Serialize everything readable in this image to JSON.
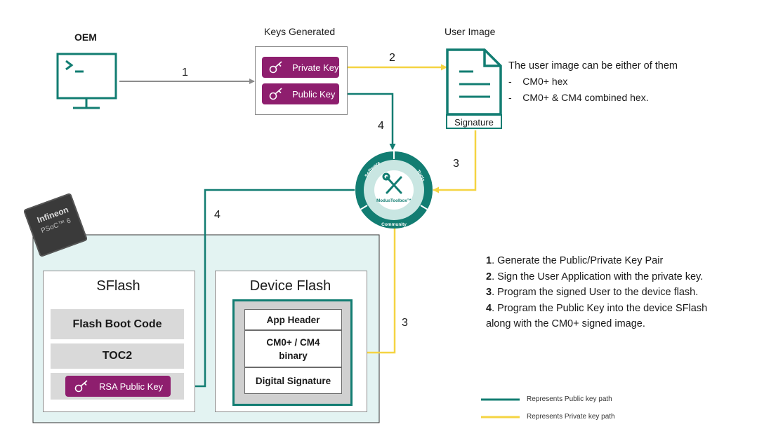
{
  "oem": {
    "label": "OEM"
  },
  "keys": {
    "title": "Keys Generated",
    "private_label": "Private Key",
    "public_label": "Public Key"
  },
  "user_image": {
    "title": "User Image",
    "signature_label": "Signature",
    "note": "The user image can be either of them",
    "options": [
      "CM0+ hex",
      "CM0+ & CM4 combined hex."
    ]
  },
  "arrows": {
    "oem_to_keys": "1",
    "private_to_image": "2",
    "image_to_tool": "3",
    "public_to_tool": "4",
    "tool_to_sflash": "4",
    "tool_to_device": "3"
  },
  "modus": {
    "center_label": "ModusToolbox™",
    "ring_software": "Software",
    "ring_tools": "Tools",
    "ring_community": "Community"
  },
  "chip": {
    "brand": "Infineon",
    "model": "PSoC™ 6"
  },
  "sflash": {
    "title": "SFlash",
    "boot_code": "Flash Boot Code",
    "toc2": "TOC2",
    "rsa_key": "RSA Public Key"
  },
  "device_flash": {
    "title": "Device Flash",
    "app_header": "App Header",
    "binary_line1": "CM0+ / CM4",
    "binary_line2": "binary",
    "signature": "Digital Signature"
  },
  "steps": [
    {
      "num": "1",
      "text": ". Generate the Public/Private Key Pair"
    },
    {
      "num": "2",
      "text": ". Sign the User Application with the private key."
    },
    {
      "num": "3",
      "text": ". Program the signed User to the device flash."
    },
    {
      "num": "4",
      "text": ". Program the Public Key into the device SFlash"
    },
    {
      "num": "",
      "text": "along with the CM0+ signed image."
    }
  ],
  "legend": {
    "public": "Represents Public key path",
    "private": "Represents Private key path"
  },
  "colors": {
    "public_path": "#127d72",
    "private_path": "#f5d442",
    "key_button": "#8e1e6e",
    "oem_path": "#8c8c8c",
    "board_bg": "#e3f3f2"
  }
}
